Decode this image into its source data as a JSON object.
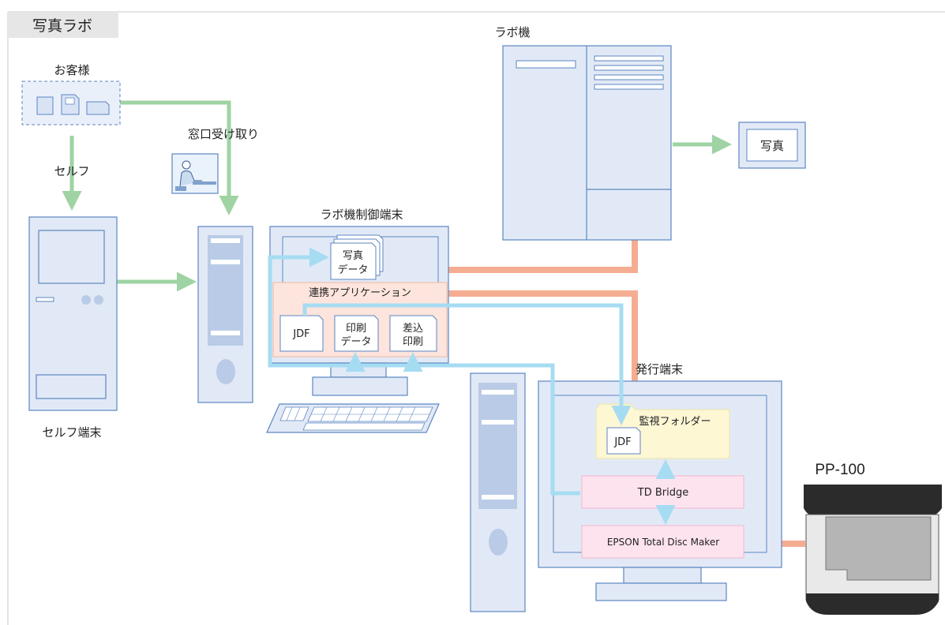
{
  "header": {
    "title": "写真ラボ"
  },
  "customer": {
    "label": "お客様"
  },
  "flows": {
    "self": "セルフ",
    "counter": "窓口受け取り"
  },
  "self_terminal": {
    "label": "セルフ端末"
  },
  "lab_machine": {
    "label": "ラボ機"
  },
  "photo_output": {
    "label": "写真"
  },
  "lab_control": {
    "label": "ラボ機制御端末",
    "photo_data": {
      "line1": "写真",
      "line2": "データ"
    },
    "app": "連携アプリケーション",
    "files": {
      "jdf": "JDF",
      "print_data": {
        "line1": "印刷",
        "line2": "データ"
      },
      "merge_print": {
        "line1": "差込",
        "line2": "印刷"
      }
    }
  },
  "issuing_terminal": {
    "label": "発行端末",
    "watch_folder": "監視フォルダー",
    "jdf": "JDF",
    "td_bridge": "TD Bridge",
    "total_disc_maker": "EPSON Total Disc Maker"
  },
  "printer": {
    "label": "PP-100"
  },
  "colors": {
    "device_fill": "#e2e9f6",
    "device_stroke": "#5b86c2",
    "green_arrow": "#9fd3a3",
    "blue_arrow": "#a6dcf2",
    "salmon_line": "#f5ad91",
    "app_fill": "#fde4dc",
    "folder_fill": "#fdf7d4",
    "pink_fill": "#fde3ee"
  }
}
